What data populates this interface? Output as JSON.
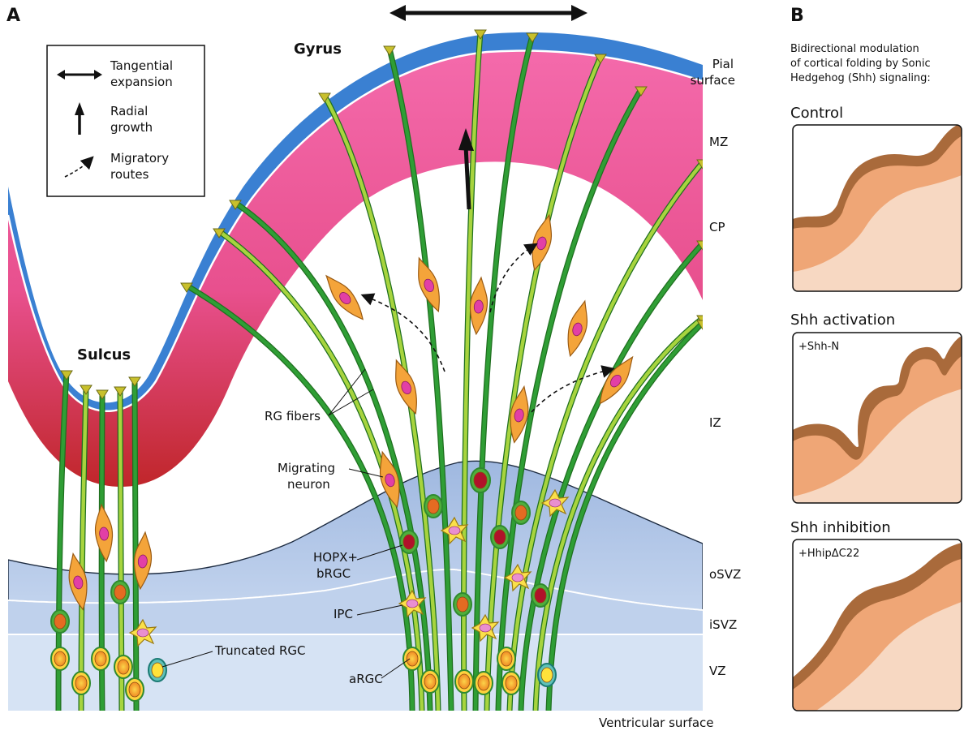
{
  "panel_a": {
    "letter": "A",
    "legend": {
      "tangential": [
        "Tangential",
        "expansion"
      ],
      "radial": [
        "Radial",
        "growth"
      ],
      "migratory": [
        "Migratory",
        "routes"
      ]
    },
    "labels": {
      "gyrus": "Gyrus",
      "sulcus": "Sulcus",
      "pial": [
        "Pial",
        "surface"
      ],
      "rg_fibers": "RG fibers",
      "migrating_neuron": [
        "Migrating",
        "neuron"
      ],
      "hopx": [
        "HOPX+",
        "bRGC"
      ],
      "ipc": "IPC",
      "truncated_rgc": "Truncated RGC",
      "argc": "aRGC",
      "ventricular_surface": "Ventricular surface"
    },
    "zones": [
      "MZ",
      "CP",
      "IZ",
      "oSVZ",
      "iSVZ",
      "VZ"
    ]
  },
  "panel_b": {
    "letter": "B",
    "description": [
      "Bidirectional modulation",
      "of cortical folding by Sonic",
      "Hedgehog (Shh) signaling:"
    ],
    "panels": [
      {
        "title": "Control",
        "treatment": ""
      },
      {
        "title": "Shh activation",
        "treatment": "+Shh-N"
      },
      {
        "title": "Shh inhibition",
        "treatment": "+HhipΔC22"
      }
    ]
  },
  "colors": {
    "mz_blue": "#3a7fd0",
    "cp_pink": "#f05aa0",
    "cp_red": "#c42a2a",
    "svz_blue": "#a9c0e3",
    "vz_blue": "#d3e1f3",
    "fiber_green": "#2f9a2f",
    "fiber_lime": "#9fcf3a",
    "neuron_orange": "#f3a03a",
    "nucleus_magenta": "#e23fa6",
    "tissue_dark": "#a86a3c",
    "tissue_mid": "#f0a878",
    "tissue_light": "#f7d8c2"
  }
}
